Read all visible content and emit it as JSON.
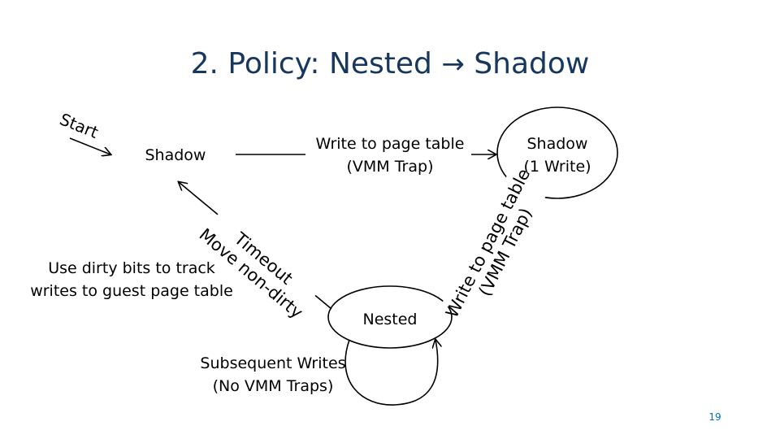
{
  "title": {
    "before": "2. Policy: Nested",
    "arrow": "→",
    "after": "Shadow"
  },
  "diagram": {
    "start_label": "Start",
    "states": {
      "shadow": "Shadow",
      "shadow_one_write_line1": "Shadow",
      "shadow_one_write_line2": "(1 Write)",
      "nested": "Nested"
    },
    "edges": {
      "write_trap_line1": "Write to page table",
      "write_trap_line2": "(VMM Trap)",
      "rotated_write_line1": "Write to page table",
      "rotated_write_line2": "(VMM Trap)",
      "timeout_line1": "Timeout",
      "timeout_line2": "Move non-dirty",
      "subsequent_line1": "Subsequent Writes",
      "subsequent_line2": "(No VMM Traps)"
    },
    "note_line1": "Use dirty bits to track",
    "note_line2": "writes to guest page table",
    "colors": {
      "title": "#17375e",
      "page_number": "#0070c0",
      "stroke": "#000000"
    }
  },
  "page_number": "19"
}
